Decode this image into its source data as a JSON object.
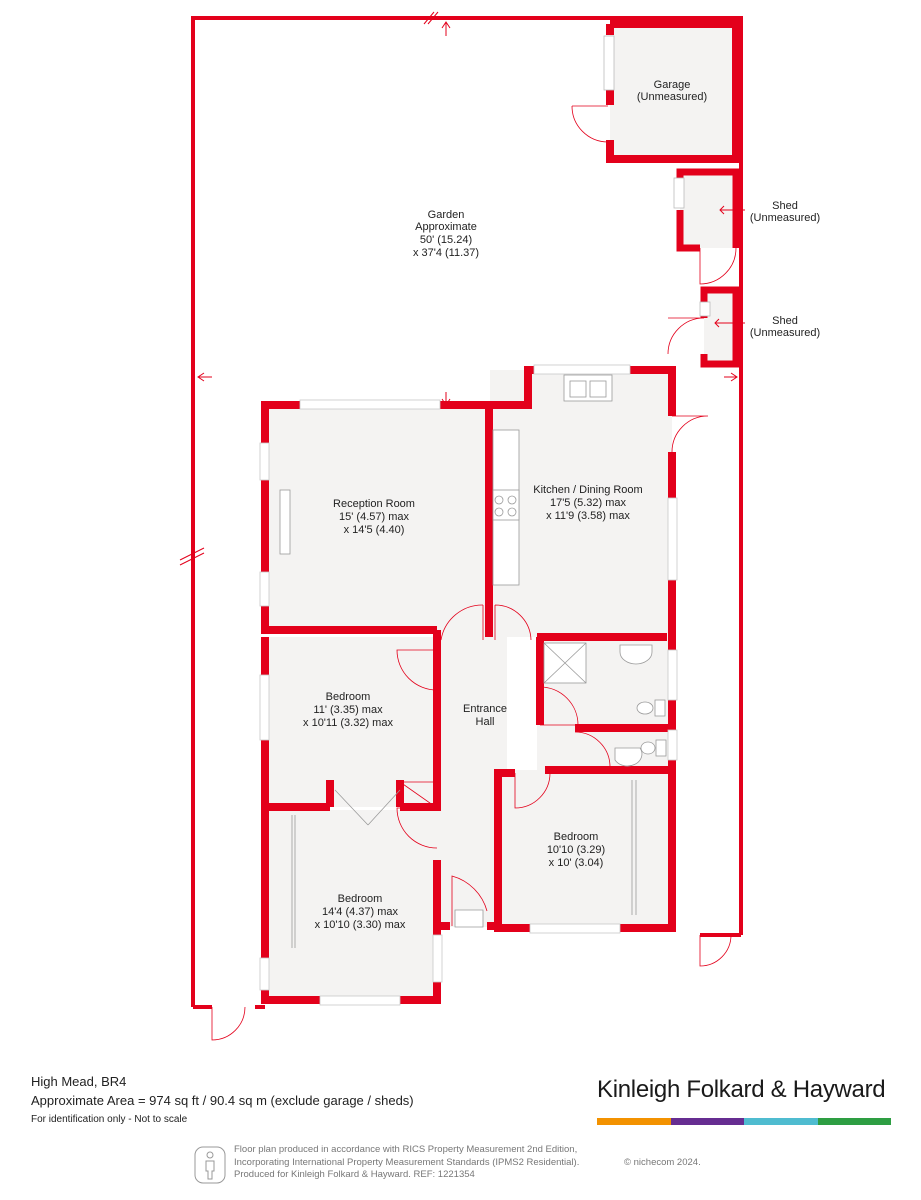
{
  "rooms": {
    "garage": {
      "name": "Garage",
      "size": "(Unmeasured)"
    },
    "shed1": {
      "name": "Shed",
      "size": "(Unmeasured)"
    },
    "shed2": {
      "name": "Shed",
      "size": "(Unmeasured)"
    },
    "garden": {
      "name": "Garden",
      "line2": "Approximate",
      "line3": "50' (15.24)",
      "line4": "x 37'4 (11.37)"
    },
    "reception": {
      "name": "Reception Room",
      "line2": "15' (4.57) max",
      "line3": "x 14'5 (4.40)"
    },
    "kitchen": {
      "name": "Kitchen / Dining Room",
      "line2": "17'5 (5.32) max",
      "line3": "x 11'9 (3.58) max"
    },
    "bedroom1": {
      "name": "Bedroom",
      "line2": "11' (3.35) max",
      "line3": "x 10'11 (3.32) max"
    },
    "hall": {
      "name": "Entrance",
      "line2": "Hall"
    },
    "bedroom2": {
      "name": "Bedroom",
      "line2": "10'10 (3.29)",
      "line3": "x 10' (3.04)"
    },
    "bedroom3": {
      "name": "Bedroom",
      "line2": "14'4 (4.37) max",
      "line3": "x 10'10 (3.30) max"
    }
  },
  "footer": {
    "address": "High Mead, BR4",
    "area": "Approximate Area = 974 sq ft / 90.4 sq m (exclude garage / sheds)",
    "disclaimer": "For identification only - Not to scale"
  },
  "brand": {
    "name": "Kinleigh Folkard & Hayward",
    "colors": [
      "#f39200",
      "#662d91",
      "#4fbcd0",
      "#2e9e43"
    ]
  },
  "credits": {
    "line1": "Floor plan produced in accordance with RICS Property Measurement 2nd Edition,",
    "line2": "Incorporating International Property Measurement Standards (IPMS2 Residential).",
    "line3": "Produced for Kinleigh Folkard & Hayward.   REF: 1221354",
    "copyright": "© nichecom 2024."
  },
  "colors": {
    "wall": "#e3001b",
    "floor": "#f4f3f2",
    "fixture": "#9a9a9a"
  }
}
